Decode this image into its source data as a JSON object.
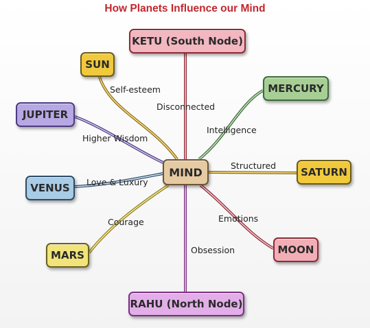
{
  "title": "How Planets Influence our Mind",
  "center": {
    "label": "MIND"
  },
  "nodes": {
    "ketu": {
      "label": "KETU (South Node)",
      "relation": "Disconnected"
    },
    "sun": {
      "label": "SUN",
      "relation": "Self-esteem"
    },
    "mercury": {
      "label": "MERCURY",
      "relation": "Intelligence"
    },
    "jupiter": {
      "label": "JUPITER",
      "relation": "Higher Wisdom"
    },
    "saturn": {
      "label": "SATURN",
      "relation": "Structured"
    },
    "venus": {
      "label": "VENUS",
      "relation": "Love & Luxury"
    },
    "mars": {
      "label": "MARS",
      "relation": "Courage"
    },
    "moon": {
      "label": "MOON",
      "relation": "Emotions"
    },
    "rahu": {
      "label": "RAHU (North Node)",
      "relation": "Obsession"
    }
  },
  "colors": {
    "title": "#c1272d",
    "ketu": "#f2b7c0",
    "sun": "#f0c93c",
    "mercury": "#a7cf95",
    "jupiter": "#b7a7e2",
    "saturn": "#f0c93c",
    "venus": "#a8cbe6",
    "mind": "#e6caa2",
    "mars": "#f0e47a",
    "moon": "#f2aeb6",
    "rahu": "#e2aee8"
  }
}
